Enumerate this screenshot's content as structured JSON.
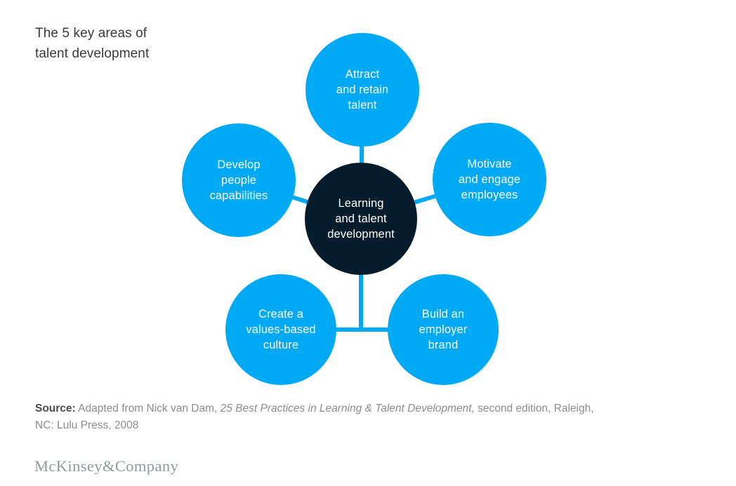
{
  "title": "The 5 key areas of\ntalent development",
  "diagram": {
    "center": {
      "id": "learning-and-talent-development",
      "lines": [
        "Learning",
        "and talent",
        "development"
      ]
    },
    "nodes": [
      {
        "id": "attract-and-retain-talent",
        "lines": [
          "Attract",
          "and retain",
          "talent"
        ]
      },
      {
        "id": "motivate-and-engage-employees",
        "lines": [
          "Motivate",
          "and engage",
          "employees"
        ]
      },
      {
        "id": "build-an-employer-brand",
        "lines": [
          "Build an",
          "employer",
          "brand"
        ]
      },
      {
        "id": "create-a-values-based-culture",
        "lines": [
          "Create a",
          "values-based",
          "culture"
        ]
      },
      {
        "id": "develop-people-capabilities",
        "lines": [
          "Develop",
          "people",
          "capabilities"
        ]
      }
    ]
  },
  "source": {
    "label": "Source:",
    "text_before_italic": " Adapted from Nick van Dam, ",
    "italic": "25 Best Practices in Learning & Talent Development,",
    "text_after_italic": " second edition, Raleigh,",
    "line2": "NC: Lulu Press, 2008"
  },
  "footer": {
    "logo": "McKinsey&Company"
  },
  "colors": {
    "accent_blue": "#00A9F4",
    "dark_navy": "#051C2C",
    "title_text": "#3a3a3a",
    "source_text": "#8c8c8c",
    "source_label_text": "#4d4d4d",
    "logo_gray": "#8E9C9A",
    "background": "#ffffff"
  }
}
